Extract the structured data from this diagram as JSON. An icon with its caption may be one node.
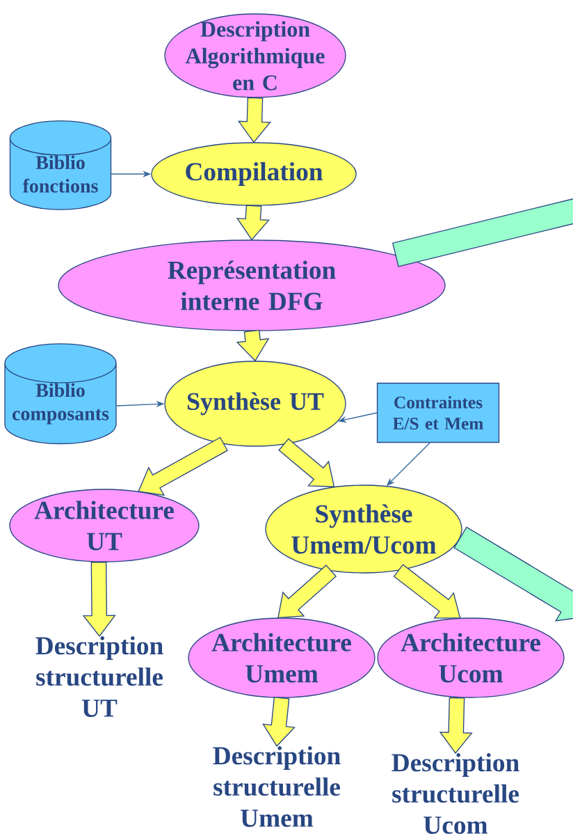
{
  "diagram": {
    "nodes": [
      {
        "text": [
          "Description Algorithmique en C"
        ]
      },
      {
        "text": [
          "Biblio fonctions"
        ]
      },
      {
        "text": [
          "Compilation"
        ]
      },
      {
        "text": [
          "Représentation interne DFG"
        ]
      },
      {
        "text": [
          "Biblio composants"
        ]
      },
      {
        "text": [
          "Synthèse UT"
        ]
      },
      {
        "text": [
          "Contraintes E/S et Mem"
        ]
      },
      {
        "text": [
          "Architecture UT"
        ]
      },
      {
        "text": [
          "Synthèse Umem/Ucom"
        ]
      },
      {
        "text": [
          "Description structurelle UT"
        ]
      },
      {
        "text": [
          "Architecture Umem"
        ]
      },
      {
        "text": [
          "Architecture Ucom"
        ]
      },
      {
        "text": [
          "Description structurelle Umem"
        ]
      },
      {
        "text": [
          "Description structurelle Ucom"
        ]
      }
    ],
    "edges": [
      {
        "from": 0,
        "to": 2,
        "arrow": "to"
      },
      {
        "from": 1,
        "to": 2,
        "arrow": "to",
        "color": "#336699"
      },
      {
        "from": 2,
        "to": 3,
        "arrow": "to"
      },
      {
        "from": 3,
        "to": null,
        "arrow": "none",
        "style": "thick",
        "color": "#99ffcc"
      },
      {
        "from": 3,
        "to": 5,
        "arrow": "to"
      },
      {
        "from": 4,
        "to": 5,
        "arrow": "to",
        "color": "#336699"
      },
      {
        "from": 6,
        "to": 5,
        "arrow": "to",
        "color": "#336699"
      },
      {
        "from": 5,
        "to": 7,
        "arrow": "to"
      },
      {
        "from": 5,
        "to": 8,
        "arrow": "to"
      },
      {
        "from": 6,
        "to": 8,
        "arrow": "to",
        "color": "#336699"
      },
      {
        "from": 7,
        "to": 9,
        "arrow": "to"
      },
      {
        "from": 8,
        "to": null,
        "arrow": "to",
        "style": "thick",
        "color": "#99ffcc"
      },
      {
        "from": 8,
        "to": 10,
        "arrow": "to"
      },
      {
        "from": 8,
        "to": 11,
        "arrow": "to"
      },
      {
        "from": 10,
        "to": 12,
        "arrow": "to"
      },
      {
        "from": 11,
        "to": 13,
        "arrow": "to"
      }
    ]
  }
}
